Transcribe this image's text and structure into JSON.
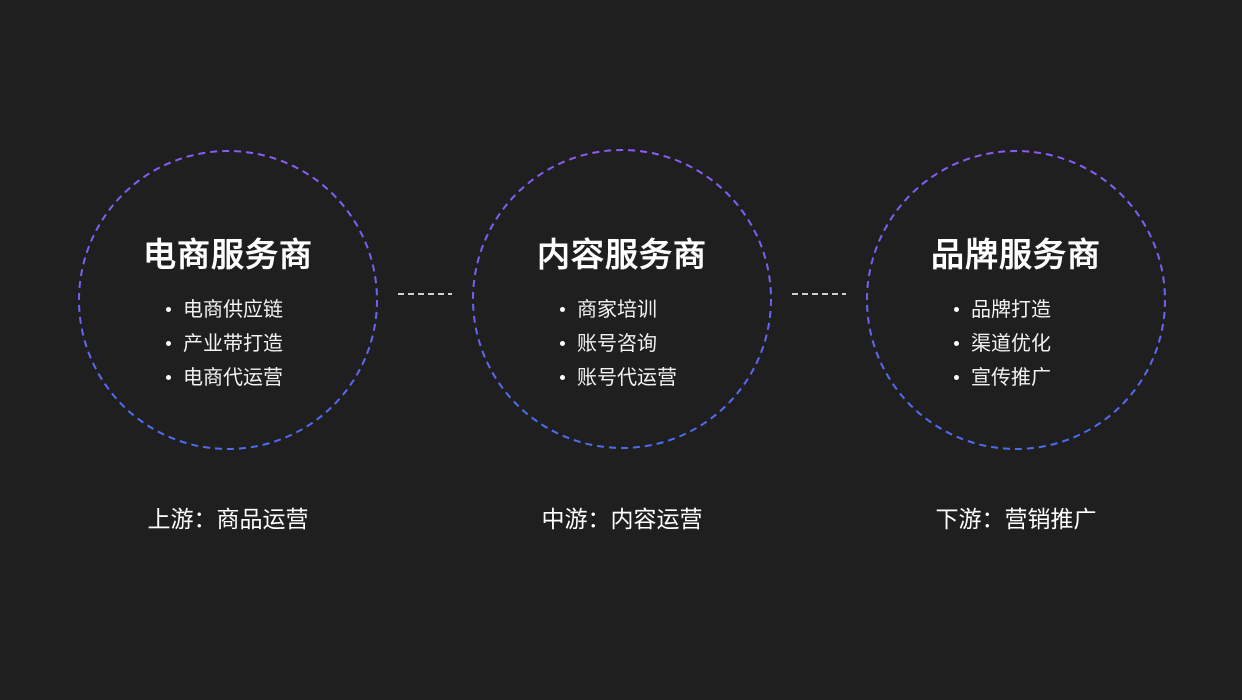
{
  "diagram": {
    "colors": {
      "background": "#1f1f1f",
      "ring_gradient_top": "#8a5cf5",
      "ring_gradient_bottom": "#4a6cf0",
      "connector": "#cfcfcf",
      "text": "#ffffff"
    },
    "nodes": [
      {
        "title": "电商服务商",
        "items": [
          "电商供应链",
          "产业带打造",
          "电商代运营"
        ],
        "caption": "上游：商品运营"
      },
      {
        "title": "内容服务商",
        "items": [
          "商家培训",
          "账号咨询",
          "账号代运营"
        ],
        "caption": "中游：内容运营"
      },
      {
        "title": "品牌服务商",
        "items": [
          "品牌打造",
          "渠道优化",
          "宣传推广"
        ],
        "caption": "下游：营销推广"
      }
    ]
  }
}
